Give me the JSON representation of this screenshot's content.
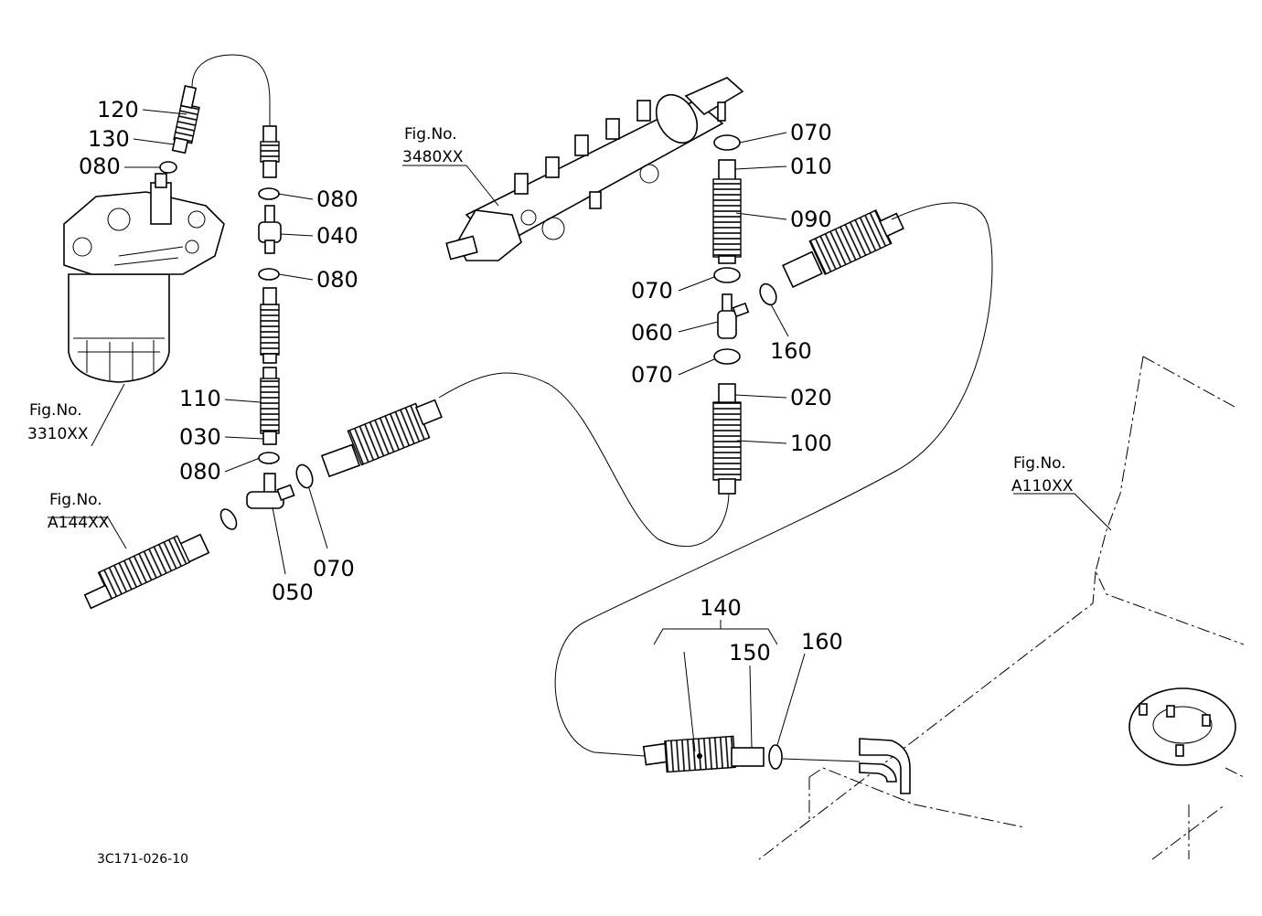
{
  "labels": {
    "p120": "120",
    "p130": "130",
    "p080a": "080",
    "p080b": "080",
    "p040": "040",
    "p080c": "080",
    "p110": "110",
    "p030": "030",
    "p080d": "080",
    "p050": "050",
    "p070a": "070",
    "p070b": "070",
    "p010": "010",
    "p090": "090",
    "p070c": "070",
    "p060": "060",
    "p160a": "160",
    "p070d": "070",
    "p020": "020",
    "p100": "100",
    "p140": "140",
    "p150": "150",
    "p160b": "160"
  },
  "refs": {
    "fig3310_a": "Fig.No.",
    "fig3310_b": "3310XX",
    "fig3480_a": "Fig.No.",
    "fig3480_b": "3480XX",
    "figA144_a": "Fig.No.",
    "figA144_b": "A144XX",
    "figA110_a": "Fig.No.",
    "figA110_b": "A110XX"
  },
  "drawing_code": "3C171-026-10"
}
